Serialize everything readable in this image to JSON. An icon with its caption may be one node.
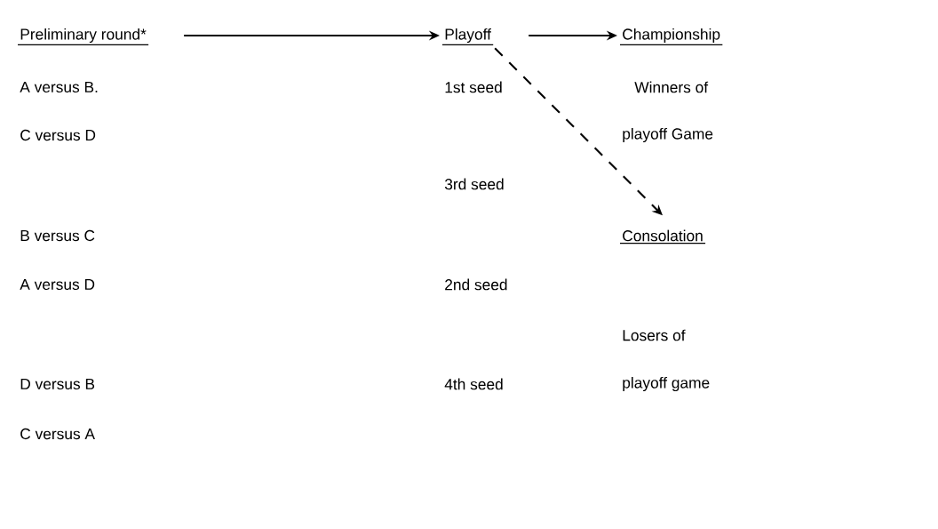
{
  "diagram": {
    "nodes": [
      {
        "text": [
          "Preliminary round*"
        ]
      },
      {
        "text": [
          "Playoff"
        ]
      },
      {
        "text": [
          "Championship"
        ]
      },
      {
        "text": [
          "Consolation"
        ]
      }
    ],
    "edges": [
      {
        "from": 0,
        "to": 1,
        "arrow": "to"
      },
      {
        "from": 1,
        "to": 2,
        "arrow": "to"
      },
      {
        "from": 1,
        "to": 3,
        "arrow": "to",
        "style": "dashed"
      }
    ],
    "labels": [
      "A versus B.",
      "1st seed",
      "Winners of",
      "C versus D",
      "playoff Game",
      "3rd seed",
      "B versus C",
      "A versus D",
      "2nd seed",
      "Losers of",
      "D versus B",
      "4th seed",
      "playoff game",
      "C versus A"
    ]
  }
}
